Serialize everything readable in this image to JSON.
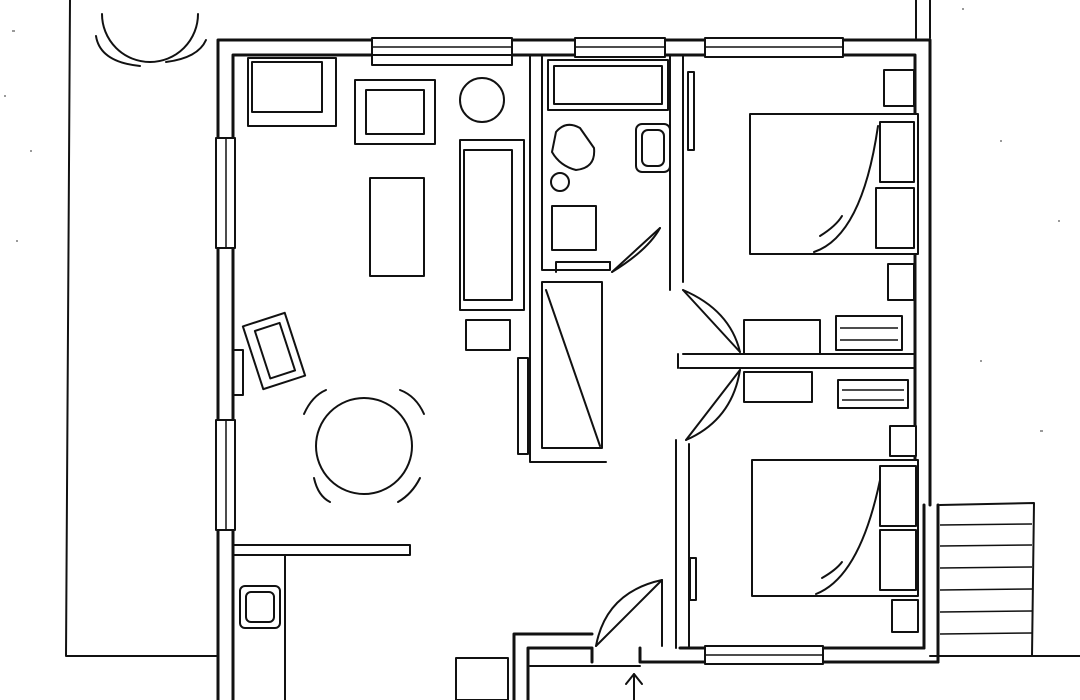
{
  "drawing": {
    "kind": "floor-plan",
    "style": "hand-drawn line sketch",
    "line_color": "#111111",
    "background_color": "#ffffff"
  },
  "rooms": [
    {
      "id": "living-dining",
      "furniture": [
        "armchair",
        "armchair",
        "side-table",
        "coffee-table",
        "sofa",
        "stool",
        "lounge-chair",
        "dining-table",
        "dining-chair",
        "dining-chair",
        "dining-chair",
        "dining-chair"
      ]
    },
    {
      "id": "bathroom",
      "furniture": [
        "bathtub",
        "toilet",
        "washbasin",
        "cabinet"
      ]
    },
    {
      "id": "hall",
      "furniture": [
        "wardrobe"
      ]
    },
    {
      "id": "bedroom-1",
      "furniture": [
        "bed",
        "nightstand",
        "nightstand",
        "desk",
        "shelf"
      ]
    },
    {
      "id": "bedroom-2",
      "furniture": [
        "bed",
        "nightstand",
        "nightstand",
        "shelf"
      ]
    },
    {
      "id": "kitchen",
      "furniture": [
        "sink"
      ]
    },
    {
      "id": "terrace",
      "furniture": [
        "round-table",
        "chair",
        "chair"
      ]
    },
    {
      "id": "side-deck",
      "furniture": [
        "steps"
      ]
    }
  ],
  "entrance": {
    "marker": "arrow-up"
  }
}
